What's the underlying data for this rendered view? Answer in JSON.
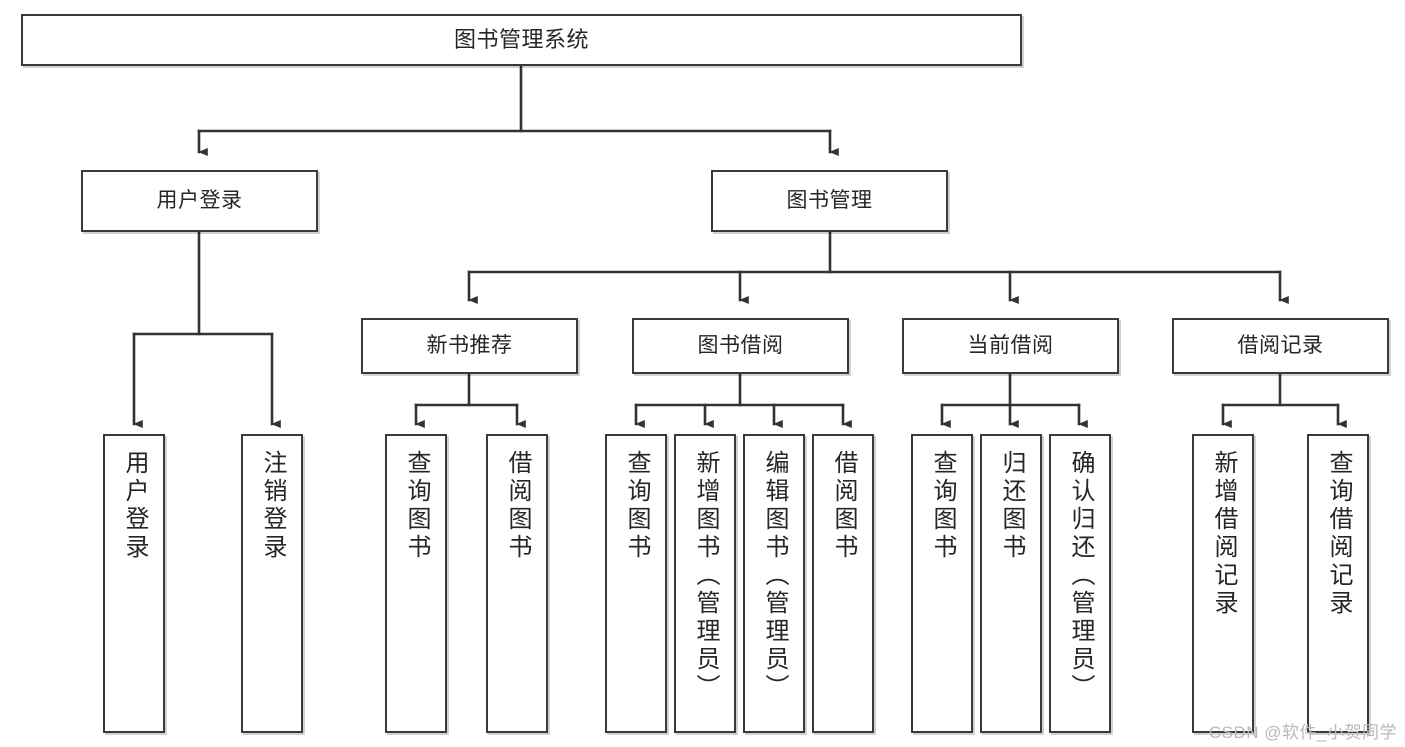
{
  "diagram": {
    "title": "图书管理系统",
    "type": "tree",
    "watermark": "CSDN @软件_小贺同学",
    "colors": {
      "box_border": "#3a3a3a",
      "box_fill": "#ffffff",
      "connector": "#333333",
      "text": "#262626",
      "watermark": "#b9b9b9",
      "background": "#ffffff"
    },
    "nodes": {
      "root": {
        "label": "图书管理系统"
      },
      "level2": [
        {
          "label": "用户登录"
        },
        {
          "label": "图书管理"
        }
      ],
      "level3": [
        {
          "label": "新书推荐"
        },
        {
          "label": "图书借阅"
        },
        {
          "label": "当前借阅"
        },
        {
          "label": "借阅记录"
        }
      ],
      "leaves": {
        "user_login": [
          {
            "label": "用户登录"
          },
          {
            "label": "注销登录"
          }
        ],
        "new_book": [
          {
            "label": "查询图书"
          },
          {
            "label": "借阅图书"
          }
        ],
        "book_borrow": [
          {
            "label": "查询图书"
          },
          {
            "label": "新增图书（管理员）"
          },
          {
            "label": "编辑图书（管理员）"
          },
          {
            "label": "借阅图书"
          }
        ],
        "current_borrow": [
          {
            "label": "查询图书"
          },
          {
            "label": "归还图书"
          },
          {
            "label": "确认归还（管理员）"
          }
        ],
        "borrow_record": [
          {
            "label": "新增借阅记录"
          },
          {
            "label": "查询借阅记录"
          }
        ]
      }
    }
  }
}
